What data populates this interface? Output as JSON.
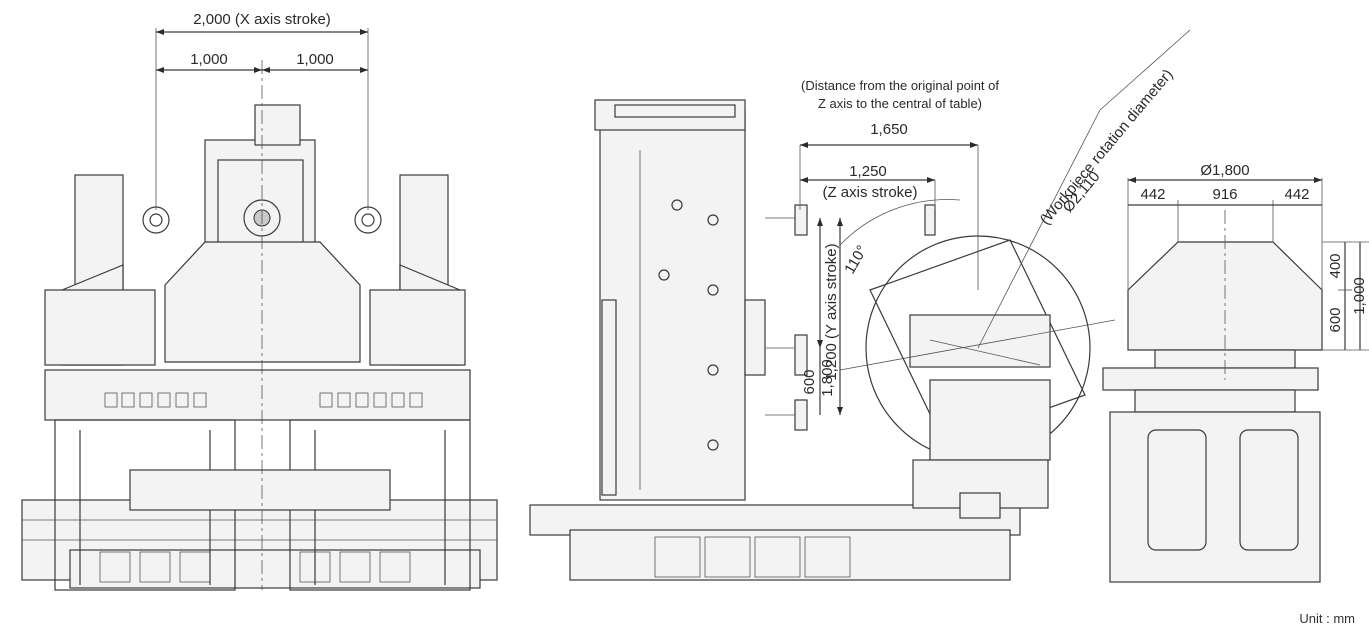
{
  "dimensions": {
    "x_stroke": "2,000 (X axis stroke)",
    "x_half_left": "1,000",
    "x_half_right": "1,000",
    "distance_note_line1": "(Distance from the original point of",
    "distance_note_line2": "Z axis to the central of table)",
    "distance_value": "1,650",
    "z_stroke_value": "1,250",
    "z_stroke_label": "(Z axis stroke)",
    "rotation_angle": "110°",
    "y_stroke_label": "1,200 (Y axis stroke)",
    "y_total": "1,800",
    "y_low": "600",
    "workpiece_label": "(Workpiece rotation diameter)",
    "workpiece_diameter": "Ø2,110",
    "table_diameter": "Ø1,800",
    "table_left": "442",
    "table_center": "916",
    "table_right": "442",
    "height_top": "400",
    "height_bottom": "600",
    "height_total": "1,000"
  },
  "unit_label": "Unit : mm"
}
